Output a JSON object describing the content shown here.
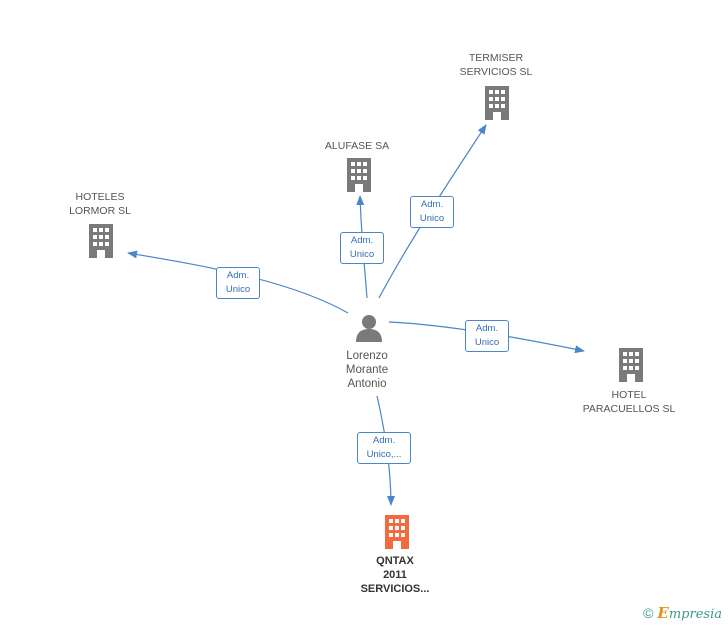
{
  "nodes": {
    "termiser": {
      "label": "TERMISER\nSERVICIOS SL",
      "icon": "building-icon",
      "color": "#7a7a7a"
    },
    "alufase": {
      "label": "ALUFASE SA",
      "icon": "building-icon",
      "color": "#7a7a7a"
    },
    "hoteles_lormor": {
      "label": "HOTELES\nLORMOR SL",
      "icon": "building-icon",
      "color": "#7a7a7a"
    },
    "person": {
      "label": "Lorenzo\nMorante\nAntonio",
      "icon": "person-icon",
      "color": "#7a7a7a"
    },
    "hotel_paracuellos": {
      "label": "HOTEL\nPARACUELLOS SL",
      "icon": "building-icon",
      "color": "#7a7a7a"
    },
    "qntax": {
      "label": "QNTAX\n2011\nSERVICIOS...",
      "icon": "building-icon",
      "color": "#f26a3d"
    }
  },
  "edges": {
    "to_alufase": "Adm.\nUnico",
    "to_termiser": "Adm.\nUnico",
    "to_hoteles_lormor": "Adm.\nUnico",
    "to_hotel_paracuellos": "Adm.\nUnico",
    "to_qntax": "Adm.\nUnico,..."
  },
  "colors": {
    "edge": "#4a86c8"
  },
  "footer": {
    "copyright": "©",
    "brand_initial": "E",
    "brand_rest": "mpresia"
  }
}
